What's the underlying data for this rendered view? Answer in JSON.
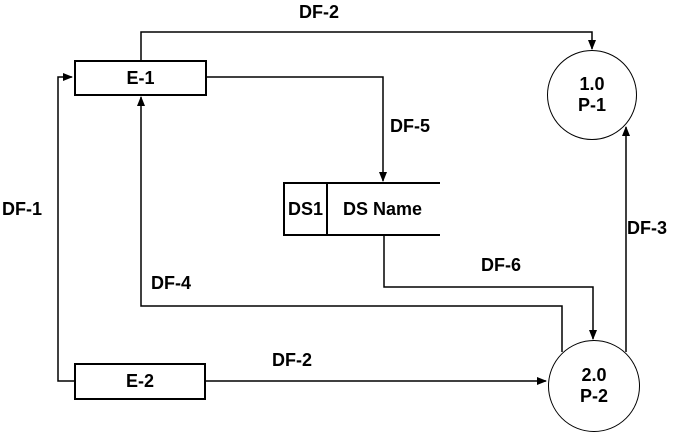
{
  "diagram": {
    "entities": {
      "e1": "E-1",
      "e2": "E-2"
    },
    "processes": {
      "p1": {
        "number": "1.0",
        "name": "P-1"
      },
      "p2": {
        "number": "2.0",
        "name": "P-2"
      }
    },
    "data_store": {
      "id": "DS1",
      "name": "DS Name"
    },
    "flow_labels": {
      "df1": "DF-1",
      "df2_top": "DF-2",
      "df2_bottom": "DF-2",
      "df3": "DF-3",
      "df4": "DF-4",
      "df5": "DF-5",
      "df6": "DF-6"
    },
    "colors": {
      "line": "#000000",
      "background": "#ffffff"
    }
  }
}
